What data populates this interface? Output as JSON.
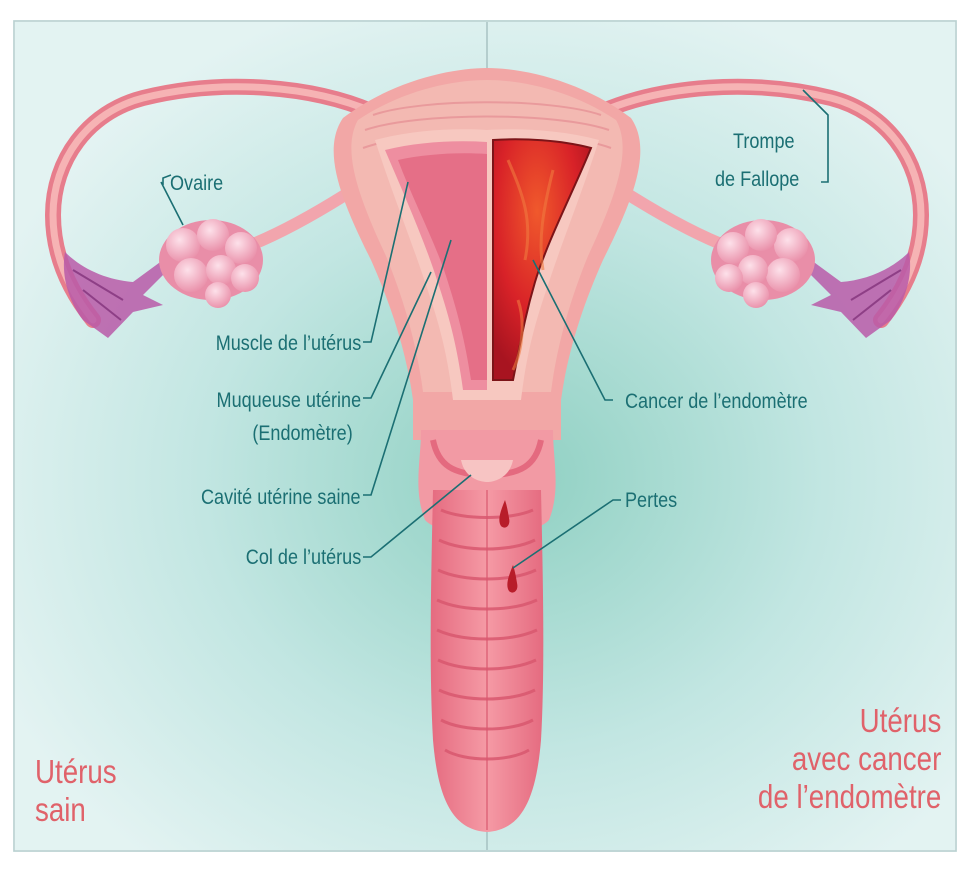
{
  "colors": {
    "background": "#dff1f0",
    "glow": "#9fd7cf",
    "label_text": "#1b6f73",
    "title_text": "#e0626a",
    "tissue": "#f08fa0",
    "tissue_light": "#f6b8b6",
    "ovary": "#f4b6c8",
    "fimbriae": "#b85aa8",
    "cancer": "#d8272a"
  },
  "labels": {
    "ovaire": "Ovaire",
    "muscle": "Muscle de l’utérus",
    "muqueuse_line1": "Muqueuse utérine",
    "muqueuse_line2": "(Endomètre)",
    "cavite": "Cavité utérine saine",
    "col": "Col de l’utérus",
    "trompe_line1": "Trompe",
    "trompe_line2": "de Fallope",
    "cancer": "Cancer de l’endomètre",
    "pertes": "Pertes"
  },
  "panels": {
    "left_title": [
      "Utérus",
      "sain"
    ],
    "right_title": [
      "Utérus",
      "avec cancer",
      "de l’endomètre"
    ]
  }
}
